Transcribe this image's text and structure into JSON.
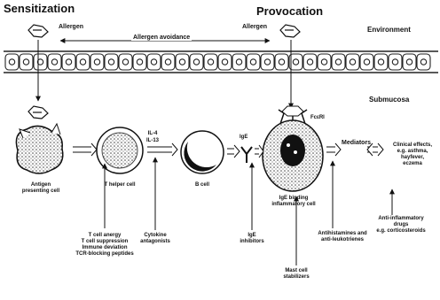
{
  "headers": {
    "sensitization": "Sensitization",
    "provocation": "Provocation"
  },
  "labels": {
    "allergen_left": "Allergen",
    "allergen_right": "Allergen",
    "allergen_avoidance": "Allergen avoidance",
    "environment": "Environment",
    "submucosa": "Submucosa",
    "fc_receptor": "FcεRI",
    "il_cytokines": [
      "IL-4",
      "IL-13"
    ],
    "ige": "IgE",
    "mediators": "Mediators"
  },
  "cells": {
    "apc": [
      "Antigen",
      "presenting cell"
    ],
    "t_helper": "T helper cell",
    "b_cell": "B cell",
    "inflammatory": [
      "IgE binding",
      "inflammatory cell"
    ]
  },
  "outcomes": {
    "clinical": [
      "Clinical effects,",
      "e.g. asthma,",
      "hayfever,",
      "eczema"
    ],
    "anti_inflammatory": [
      "Anti-inflammatory",
      "drugs",
      "e.g. corticosteroids"
    ]
  },
  "interventions": {
    "t_cell": [
      "T cell anergy",
      "T cell suppression",
      "Immune deviation",
      "TCR-blocking peptides"
    ],
    "cytokine_antagonists": [
      "Cytokine",
      "antagonists"
    ],
    "ige_inhibitors": [
      "IgE",
      "inhibitors"
    ],
    "antihistamines": [
      "Antihistamines and",
      "anti-leukotrienes"
    ],
    "mast_cell": [
      "Mast cell",
      "stabilizers"
    ]
  }
}
